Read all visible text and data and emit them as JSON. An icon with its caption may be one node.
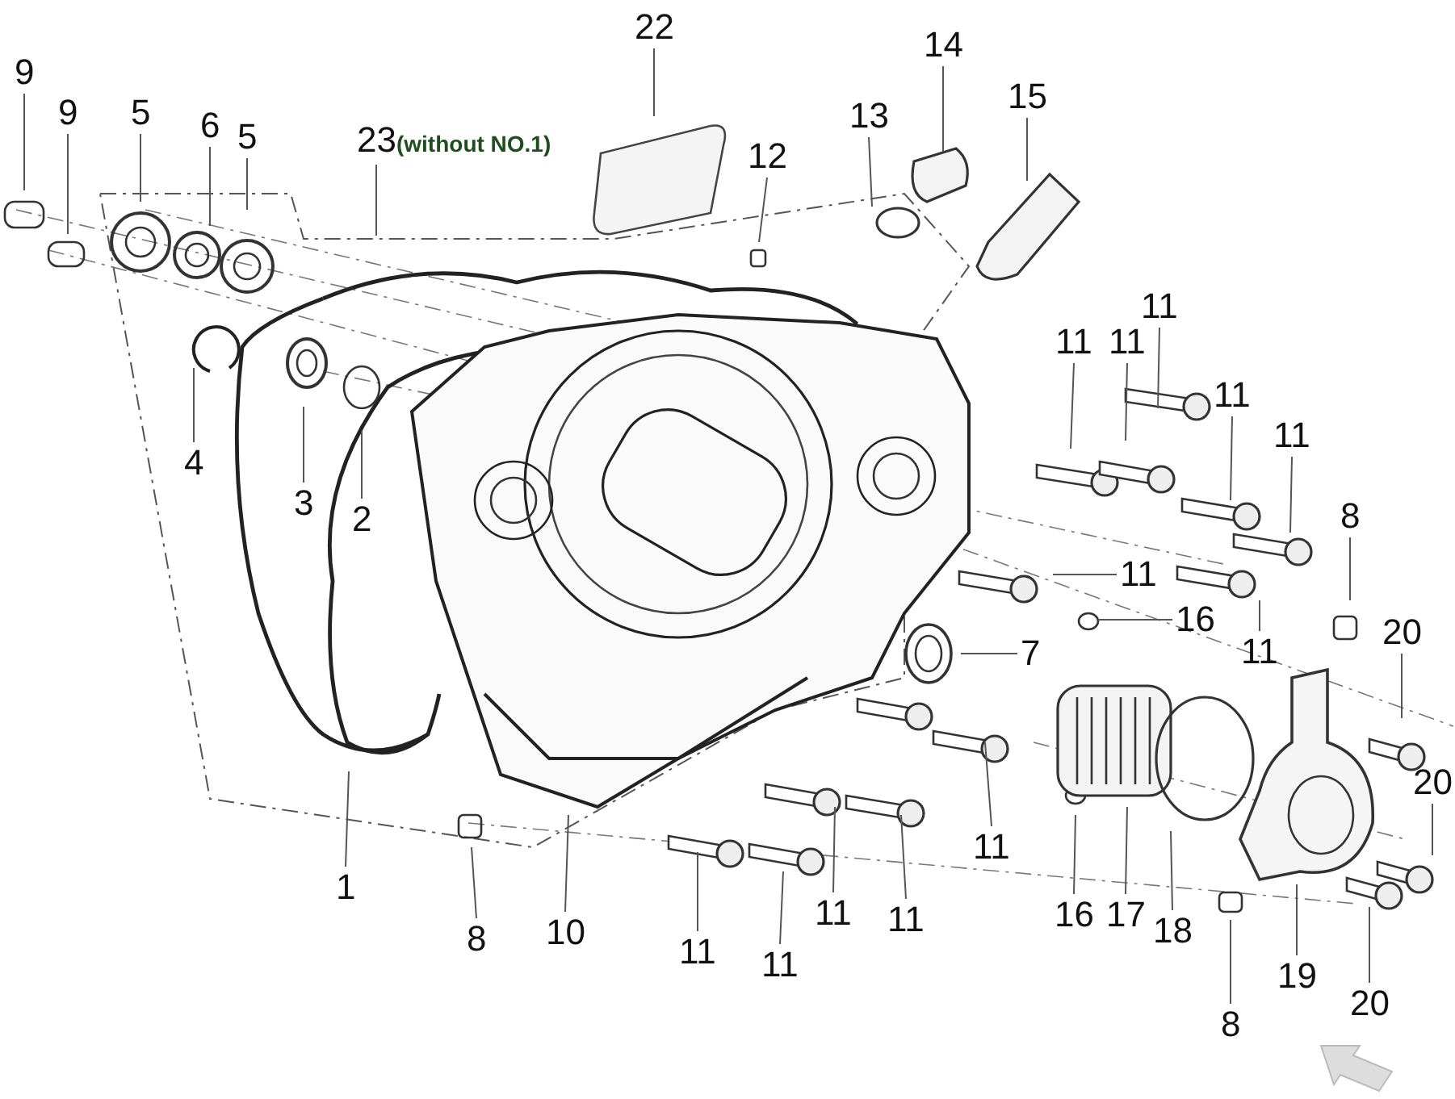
{
  "diagram": {
    "nodes": [
      {
        "text": [
          "9"
        ]
      },
      {
        "text": [
          "9"
        ]
      },
      {
        "text": [
          "5"
        ]
      },
      {
        "text": [
          "6"
        ]
      },
      {
        "text": [
          "5"
        ]
      },
      {
        "text": [
          "22"
        ]
      },
      {
        "text": [
          "23",
          "(without NO.1)"
        ]
      },
      {
        "text": [
          "12"
        ]
      },
      {
        "text": [
          "13"
        ]
      },
      {
        "text": [
          "14"
        ]
      },
      {
        "text": [
          "15"
        ]
      },
      {
        "text": [
          "11"
        ]
      },
      {
        "text": [
          "11"
        ]
      },
      {
        "text": [
          "11"
        ]
      },
      {
        "text": [
          "11"
        ]
      },
      {
        "text": [
          "11"
        ]
      },
      {
        "text": [
          "8"
        ]
      },
      {
        "text": [
          "4"
        ]
      },
      {
        "text": [
          "3"
        ]
      },
      {
        "text": [
          "2"
        ]
      },
      {
        "text": [
          "11"
        ]
      },
      {
        "text": [
          "16"
        ]
      },
      {
        "text": [
          "7"
        ]
      },
      {
        "text": [
          "11"
        ]
      },
      {
        "text": [
          "20"
        ]
      },
      {
        "text": [
          "20"
        ]
      },
      {
        "text": [
          "1"
        ]
      },
      {
        "text": [
          "8"
        ]
      },
      {
        "text": [
          "10"
        ]
      },
      {
        "text": [
          "11"
        ]
      },
      {
        "text": [
          "11"
        ]
      },
      {
        "text": [
          "11"
        ]
      },
      {
        "text": [
          "11"
        ]
      },
      {
        "text": [
          "11"
        ]
      },
      {
        "text": [
          "16"
        ]
      },
      {
        "text": [
          "17"
        ]
      },
      {
        "text": [
          "18"
        ]
      },
      {
        "text": [
          "19"
        ]
      },
      {
        "text": [
          "8"
        ]
      },
      {
        "text": [
          "20"
        ]
      }
    ],
    "edges": [
      {
        "from": 0,
        "to": null,
        "arrow": "none"
      },
      {
        "from": 1,
        "to": null,
        "arrow": "none"
      },
      {
        "from": 2,
        "to": null,
        "arrow": "none"
      },
      {
        "from": 3,
        "to": null,
        "arrow": "none"
      },
      {
        "from": 4,
        "to": null,
        "arrow": "none"
      },
      {
        "from": 5,
        "to": null,
        "arrow": "none"
      },
      {
        "from": 6,
        "to": null,
        "arrow": "none"
      },
      {
        "from": 7,
        "to": null,
        "arrow": "none"
      },
      {
        "from": 8,
        "to": null,
        "arrow": "none"
      },
      {
        "from": 9,
        "to": null,
        "arrow": "none"
      },
      {
        "from": 10,
        "to": null,
        "arrow": "none"
      },
      {
        "from": 11,
        "to": null,
        "arrow": "none"
      },
      {
        "from": 12,
        "to": null,
        "arrow": "none"
      },
      {
        "from": 13,
        "to": null,
        "arrow": "none"
      },
      {
        "from": 14,
        "to": null,
        "arrow": "none"
      },
      {
        "from": 15,
        "to": null,
        "arrow": "none"
      },
      {
        "from": 16,
        "to": null,
        "arrow": "none"
      },
      {
        "from": 17,
        "to": null,
        "arrow": "none"
      },
      {
        "from": 18,
        "to": null,
        "arrow": "none"
      },
      {
        "from": 19,
        "to": null,
        "arrow": "none"
      },
      {
        "from": 20,
        "to": null,
        "arrow": "none"
      },
      {
        "from": 21,
        "to": null,
        "arrow": "none"
      },
      {
        "from": 22,
        "to": null,
        "arrow": "none"
      },
      {
        "from": 23,
        "to": null,
        "arrow": "none"
      },
      {
        "from": 24,
        "to": null,
        "arrow": "none"
      },
      {
        "from": 25,
        "to": null,
        "arrow": "none"
      },
      {
        "from": 26,
        "to": null,
        "arrow": "none"
      },
      {
        "from": 27,
        "to": null,
        "arrow": "none"
      },
      {
        "from": 28,
        "to": null,
        "arrow": "none"
      },
      {
        "from": 29,
        "to": null,
        "arrow": "none"
      },
      {
        "from": 30,
        "to": null,
        "arrow": "none"
      },
      {
        "from": 31,
        "to": null,
        "arrow": "none"
      },
      {
        "from": 32,
        "to": null,
        "arrow": "none"
      },
      {
        "from": 33,
        "to": null,
        "arrow": "none"
      },
      {
        "from": 34,
        "to": null,
        "arrow": "none"
      },
      {
        "from": 35,
        "to": null,
        "arrow": "none"
      },
      {
        "from": 36,
        "to": null,
        "arrow": "none"
      },
      {
        "from": 37,
        "to": null,
        "arrow": "none"
      },
      {
        "from": 38,
        "to": null,
        "arrow": "none"
      },
      {
        "from": 39,
        "to": null,
        "arrow": "none"
      }
    ]
  }
}
